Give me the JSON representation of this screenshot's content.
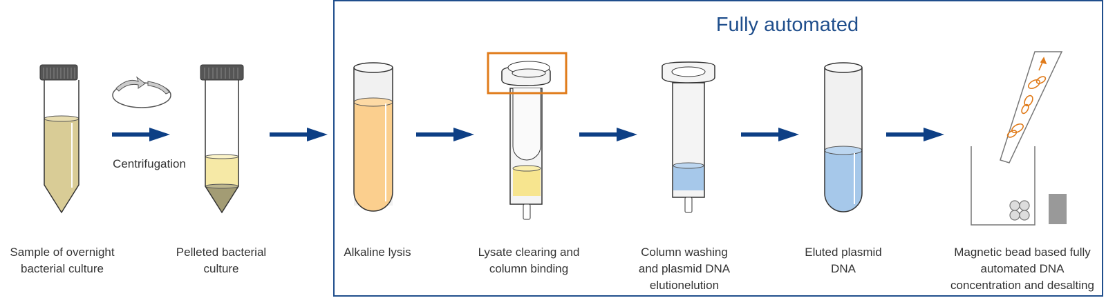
{
  "frame": {
    "title": "Fully automated"
  },
  "centrifugation_label": "Centrifugation",
  "steps": [
    {
      "label": "Sample of overnight bacterial culture",
      "lines": [
        "Sample of overnight",
        "bacterial culture"
      ]
    },
    {
      "label": "Pelleted bacterial culture",
      "lines": [
        "Pelleted bacterial",
        "culture"
      ]
    },
    {
      "label": "Alkaline lysis",
      "lines": [
        "Alkaline lysis"
      ]
    },
    {
      "label": "Lysate clearing and column binding",
      "lines": [
        "Lysate clearing and",
        "column binding"
      ]
    },
    {
      "label": "Column washing and plasmid DNA elutionelution",
      "lines": [
        "Column washing",
        "and plasmid DNA",
        "elutionelution"
      ]
    },
    {
      "label": "Eluted plasmid DNA",
      "lines": [
        "Eluted plasmid",
        "DNA"
      ]
    },
    {
      "label": "Magnetic bead based fully automated DNA concentration and desalting",
      "lines": [
        "Magnetic bead based fully",
        "automated DNA",
        "concentration and desalting"
      ]
    }
  ],
  "colors": {
    "frame_blue": "#1f4e8c",
    "arrow_blue": "#0d3f85",
    "highlight_orange": "#e07b1a",
    "culture_tan": "#d9cc96",
    "supernatant_yellow": "#f6e9a6",
    "pellet_olive": "#a39c74",
    "lysis_orange": "#fbcf8e",
    "lysate_yellow": "#f7e58f",
    "eluate_blue": "#a6c8ea"
  }
}
